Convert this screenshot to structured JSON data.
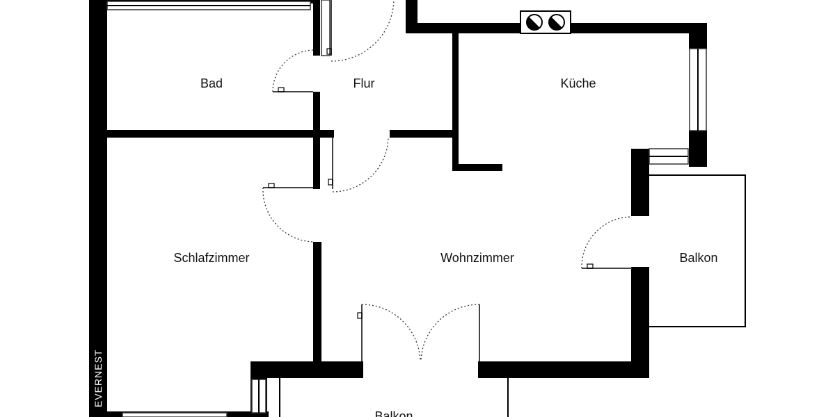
{
  "rooms": {
    "bad": "Bad",
    "flur": "Flur",
    "kueche": "Küche",
    "schlafzimmer": "Schlafzimmer",
    "wohnzimmer": "Wohnzimmer",
    "balkon_east": "Balkon",
    "balkon_south": "Balkon"
  },
  "watermark": "EVERNEST",
  "colors": {
    "wall": "#000000",
    "background": "#ffffff"
  },
  "icons": {
    "ventilation": "ventilation-fan-icon"
  }
}
